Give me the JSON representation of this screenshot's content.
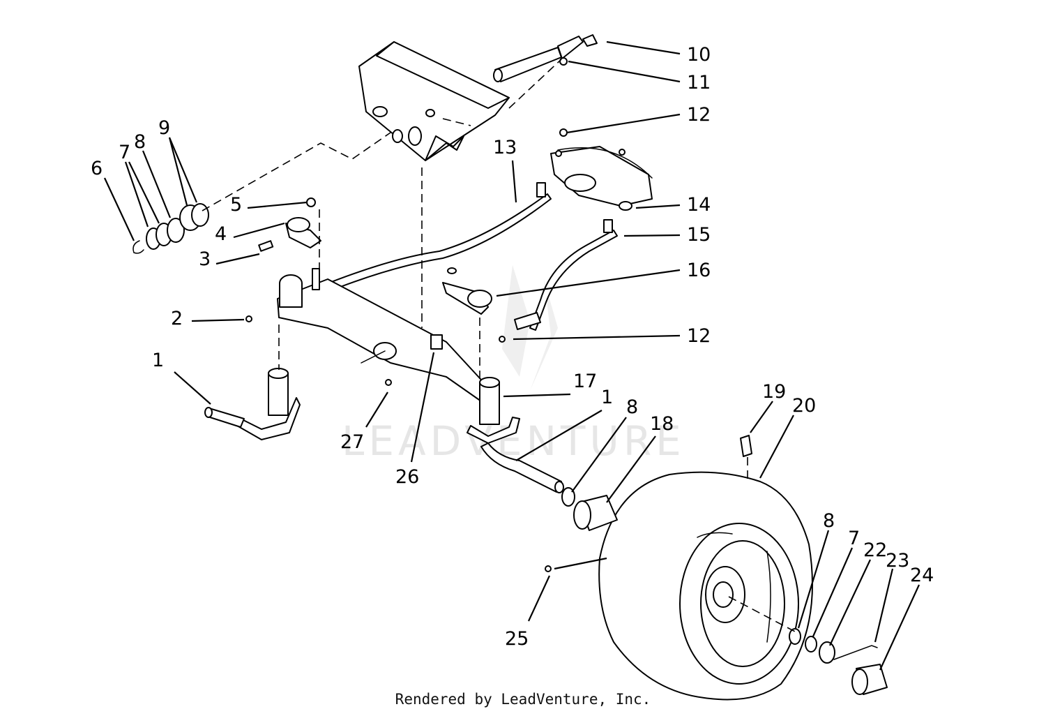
{
  "watermark": "LEADVENTURE",
  "footer": "Rendered by LeadVenture, Inc.",
  "callouts": [
    "1",
    "2",
    "3",
    "4",
    "5",
    "6",
    "7",
    "8",
    "9",
    "10",
    "11",
    "12",
    "13",
    "14",
    "15",
    "16",
    "12",
    "17",
    "1",
    "8",
    "18",
    "19",
    "20",
    "8",
    "7",
    "22",
    "23",
    "24",
    "25",
    "26",
    "27"
  ]
}
